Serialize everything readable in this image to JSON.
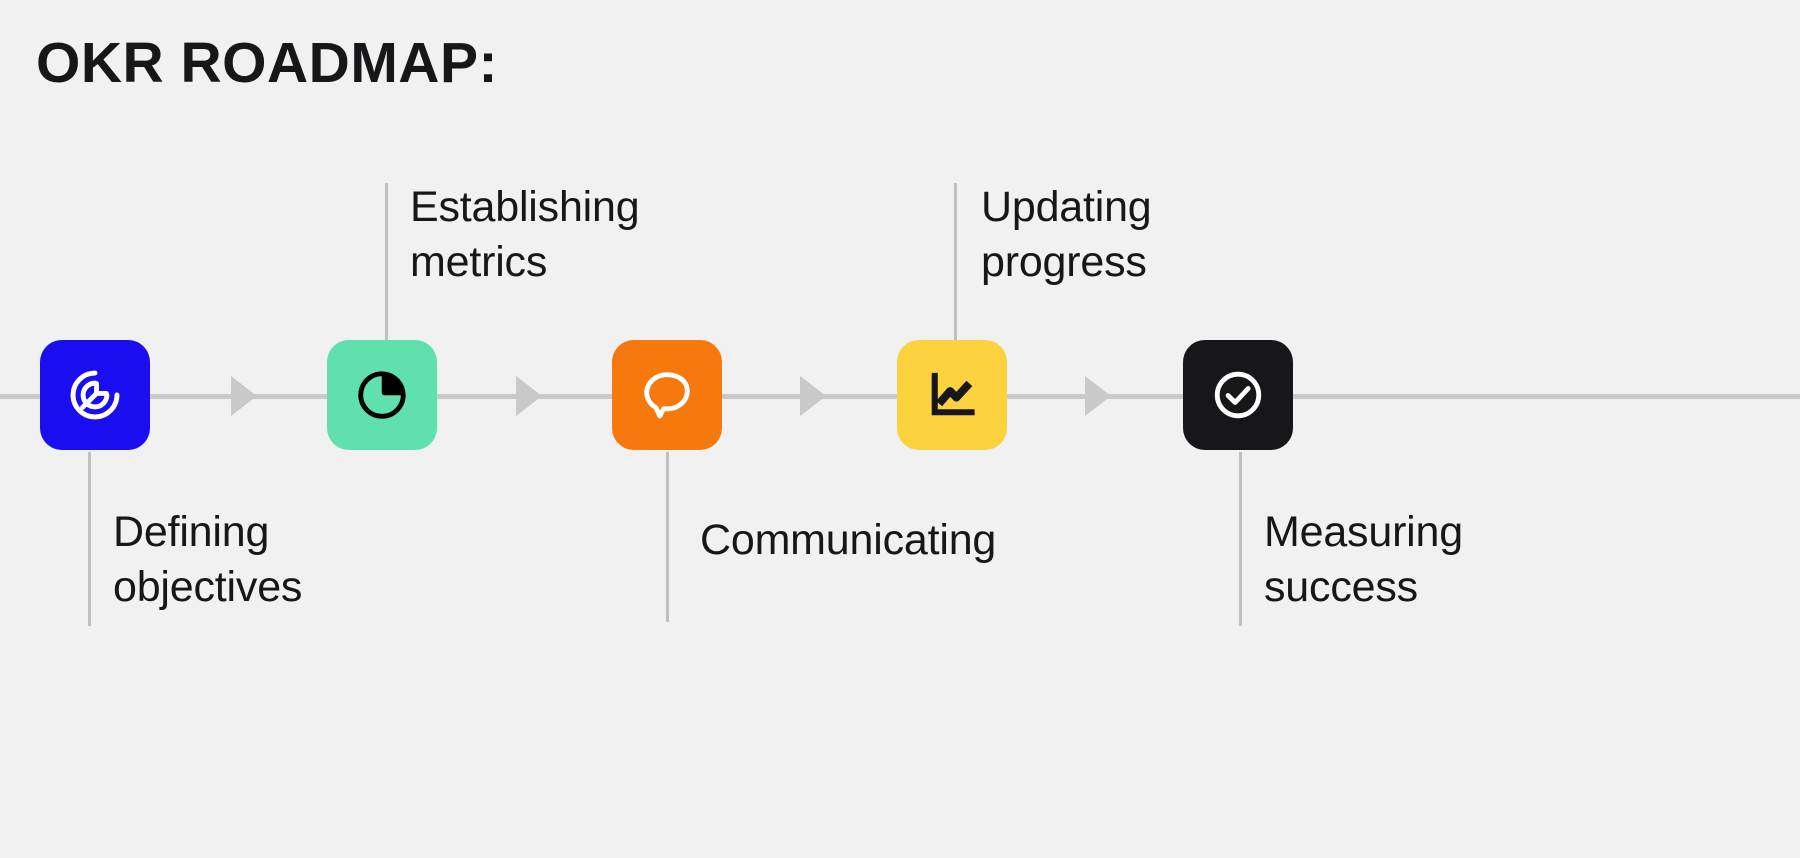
{
  "page": {
    "title": "OKR ROADMAP:",
    "background_color": "#f1f1f1",
    "text_color": "#17171a",
    "line_color": "#c9c9c9"
  },
  "timeline": {
    "arrow_count": 4,
    "stages": [
      {
        "id": "defining-objectives",
        "label": "Defining\nobjectives",
        "label_position": "below",
        "icon": "target-arrow-icon",
        "tile_color": "#1a0df0",
        "icon_color": "#ffffff"
      },
      {
        "id": "establishing-metrics",
        "label": "Establishing\nmetrics",
        "label_position": "above",
        "icon": "pie-chart-icon",
        "tile_color": "#5fe0ae",
        "icon_color": "#000000"
      },
      {
        "id": "communicating",
        "label": "Communicating",
        "label_position": "below",
        "icon": "speech-bubble-icon",
        "tile_color": "#f5790d",
        "icon_color": "#ffffff"
      },
      {
        "id": "updating-progress",
        "label": "Updating\nprogress",
        "label_position": "above",
        "icon": "line-chart-icon",
        "tile_color": "#fcd23f",
        "icon_color": "#17171a"
      },
      {
        "id": "measuring-success",
        "label": "Measuring\nsuccess",
        "label_position": "below",
        "icon": "check-circle-icon",
        "tile_color": "#17171a",
        "icon_color": "#ffffff"
      }
    ]
  }
}
